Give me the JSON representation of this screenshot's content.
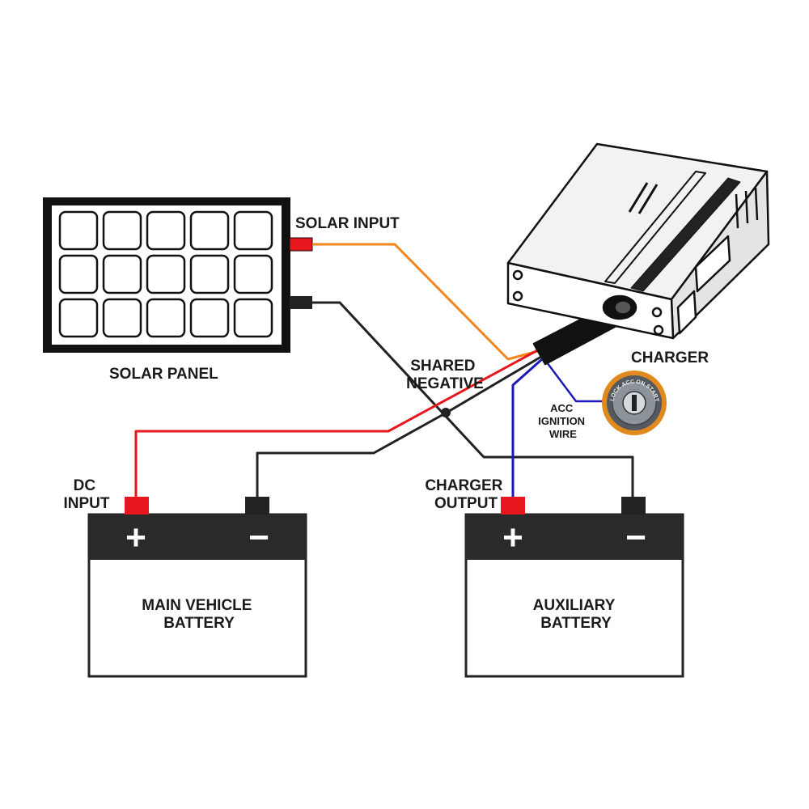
{
  "labels": {
    "solar_input": "SOLAR INPUT",
    "solar_panel": "SOLAR PANEL",
    "charger": "CHARGER",
    "shared_negative": [
      "SHARED",
      "NEGATIVE"
    ],
    "acc_ignition_wire": [
      "ACC",
      "IGNITION",
      "WIRE"
    ],
    "dc_input": [
      "DC",
      "INPUT"
    ],
    "charger_output": [
      "CHARGER",
      "OUTPUT"
    ],
    "main_battery": [
      "MAIN VEHICLE",
      "BATTERY"
    ],
    "aux_battery": [
      "AUXILIARY",
      "BATTERY"
    ],
    "plus_sign": "+",
    "minus_sign": "−",
    "ignition_switch_text": "LOCK ACC ON START"
  },
  "wire_colors": {
    "solar_positive": "#f0861c",
    "negative": "#222222",
    "dc_input_positive": "#e8161d",
    "charger_output_positive": "#1a1ab8",
    "acc_ignition": "#1a1ab8"
  },
  "terminal_colors": {
    "positive": "#e8161d",
    "negative": "#222222"
  },
  "ignition_ring_color": "#e08a1e"
}
